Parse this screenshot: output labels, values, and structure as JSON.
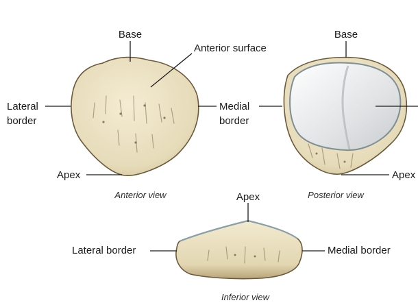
{
  "anterior_view": {
    "caption": "Anterior view",
    "labels": {
      "base": "Base",
      "anterior_surface": "Anterior surface",
      "lateral_border_line1": "Lateral",
      "lateral_border_line2": "border",
      "medial_border_line1": "Medial",
      "medial_border_line2": "border",
      "apex": "Apex"
    }
  },
  "posterior_view": {
    "caption": "Posterior view",
    "labels": {
      "base": "Base",
      "apex": "Apex"
    }
  },
  "inferior_view": {
    "caption": "Inferior view",
    "labels": {
      "apex": "Apex",
      "lateral_border": "Lateral border",
      "medial_border": "Medial border"
    }
  },
  "colors": {
    "bone": "#ece3c6",
    "bone_shadow": "#c9b68c",
    "cartilage": "#e4e6e8",
    "cartilage_edge": "#7f8f96"
  }
}
